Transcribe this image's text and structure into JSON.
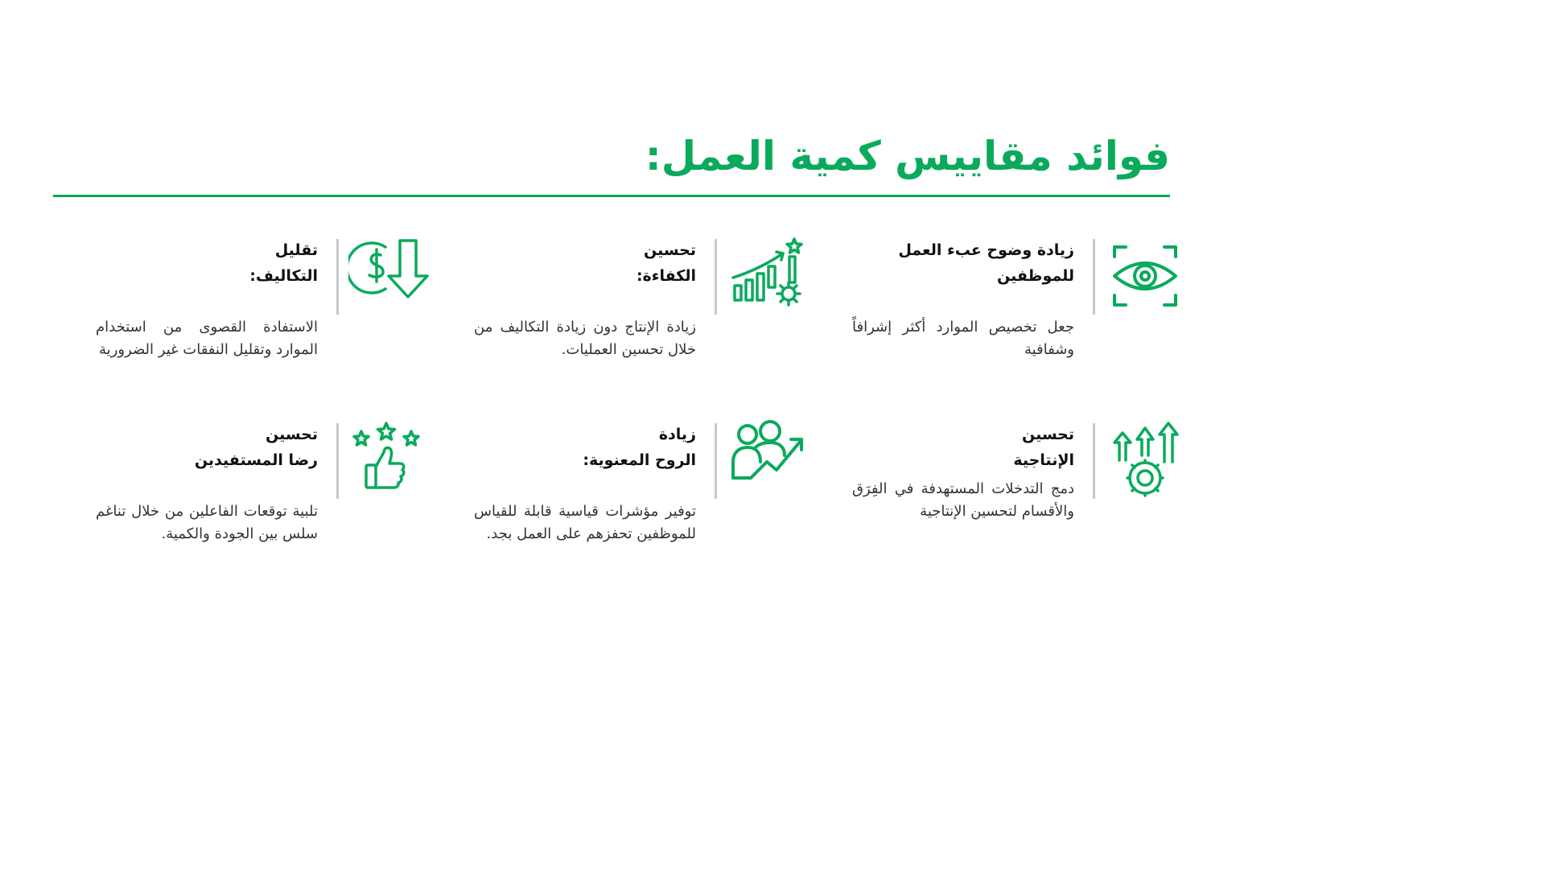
{
  "title": "فوائد مقاييس كمية العمل:",
  "colors": {
    "accent": "#0aaa5c",
    "divider": "#c8c8c8",
    "heading": "#111111",
    "body": "#333333"
  },
  "cards": [
    {
      "icon": "eye-focus-icon",
      "heading": "زيادة وضوح عبء العمل\nللموظفين",
      "description": "جعل تخصيص الموارد أكثر إشرافاً وشفافية"
    },
    {
      "icon": "growth-chart-gear-icon",
      "heading": "تحسين\nالكفاءة:",
      "description": "زيادة الإنتاج دون زيادة التكاليف من خلال تحسين العمليات."
    },
    {
      "icon": "dollar-down-arrow-icon",
      "heading": "تقليل\nالتكاليف:",
      "description": "الاستفادة القصوى من استخدام الموارد وتقليل النفقات غير الضرورية"
    },
    {
      "icon": "gear-up-arrows-icon",
      "heading": "تحسين\nالإنتاجية",
      "description": "دمج التدخلات المستهدفة في الفِرَق والأقسام لتحسين الإنتاجية"
    },
    {
      "icon": "team-growth-icon",
      "heading": "زيادة\nالروح المعنوية:",
      "description": "توفير مؤشرات قياسية قابلة للقياس للموظفين تحفزهم على العمل بجد."
    },
    {
      "icon": "thumbs-up-stars-icon",
      "heading": "تحسين\nرضا المستفيدين",
      "description": "تلبية توقعات الفاعلين من خلال تناغم سلس بين الجودة والكمية."
    }
  ]
}
